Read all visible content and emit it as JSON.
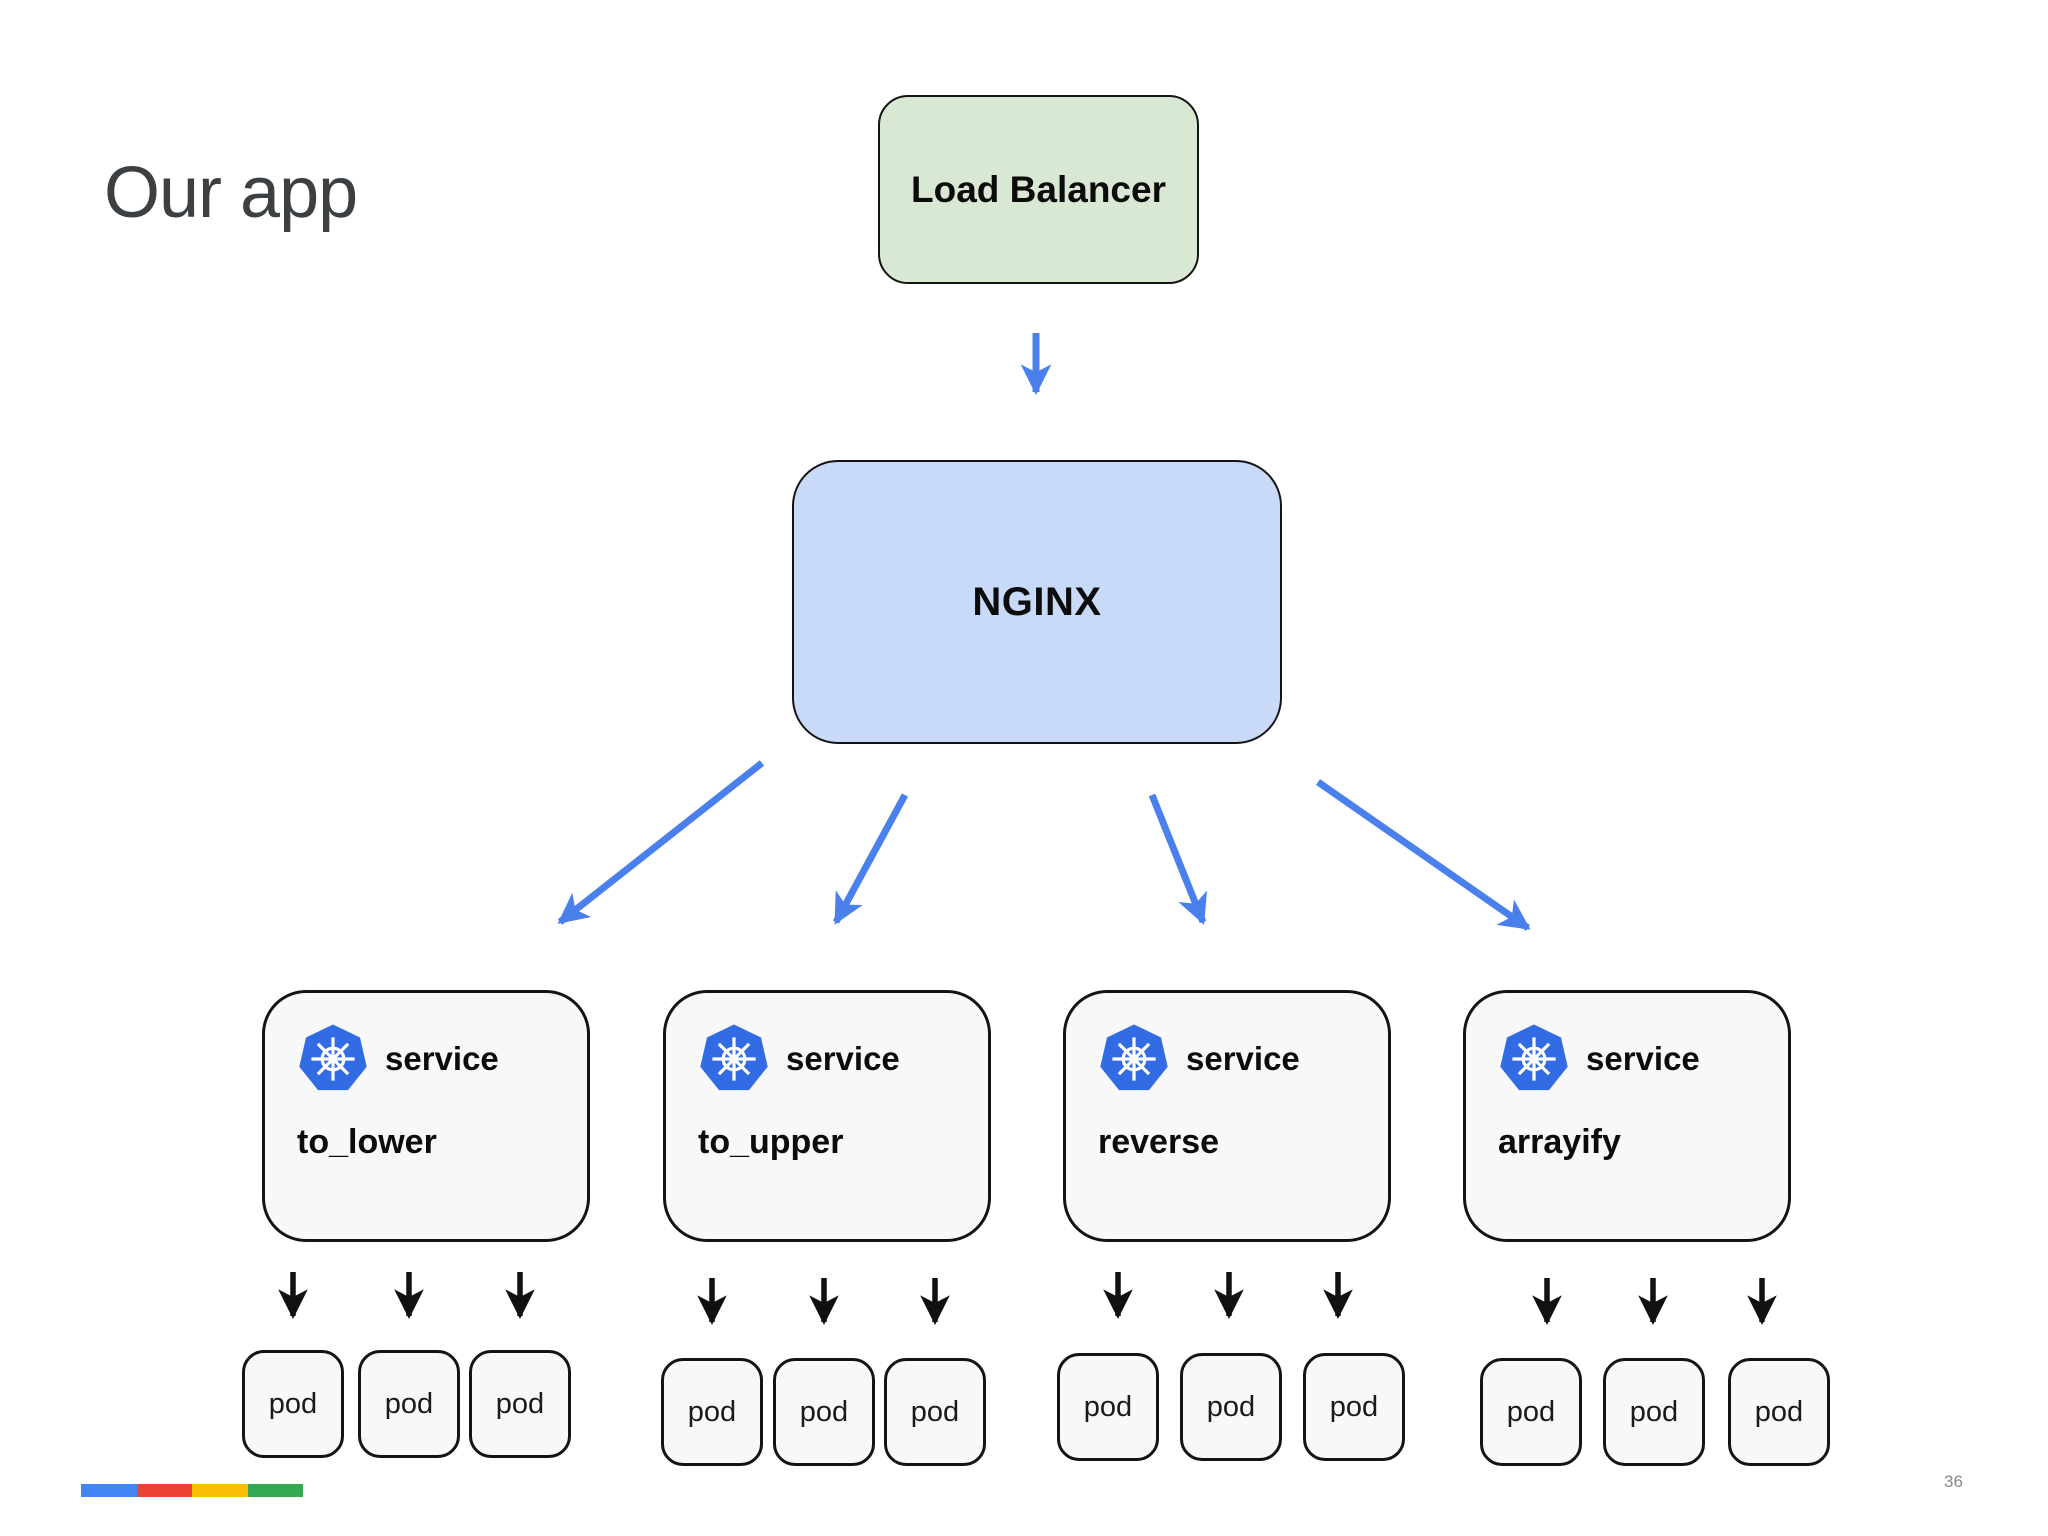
{
  "slide": {
    "title": "Our app",
    "page_number": "36"
  },
  "diagram": {
    "load_balancer": {
      "label": "Load Balancer"
    },
    "nginx": {
      "label": "NGINX"
    },
    "services": [
      {
        "icon": "kubernetes-icon",
        "type_label": "service",
        "name": "to_lower",
        "pods": [
          "pod",
          "pod",
          "pod"
        ]
      },
      {
        "icon": "kubernetes-icon",
        "type_label": "service",
        "name": "to_upper",
        "pods": [
          "pod",
          "pod",
          "pod"
        ]
      },
      {
        "icon": "kubernetes-icon",
        "type_label": "service",
        "name": "reverse",
        "pods": [
          "pod",
          "pod",
          "pod"
        ]
      },
      {
        "icon": "kubernetes-icon",
        "type_label": "service",
        "name": "arrayify",
        "pods": [
          "pod",
          "pod",
          "pod"
        ]
      }
    ]
  },
  "colors": {
    "load_balancer_fill": "#d9e8d2",
    "nginx_fill": "#c9daf8",
    "box_fill": "#f8f8f8",
    "arrow_blue": "#4a80ec",
    "arrow_black": "#111111",
    "kubernetes_blue": "#326ce5",
    "title_gray": "#3c4043",
    "google_bar": [
      "#4285f4",
      "#ea4335",
      "#fbbc04",
      "#34a853"
    ]
  }
}
